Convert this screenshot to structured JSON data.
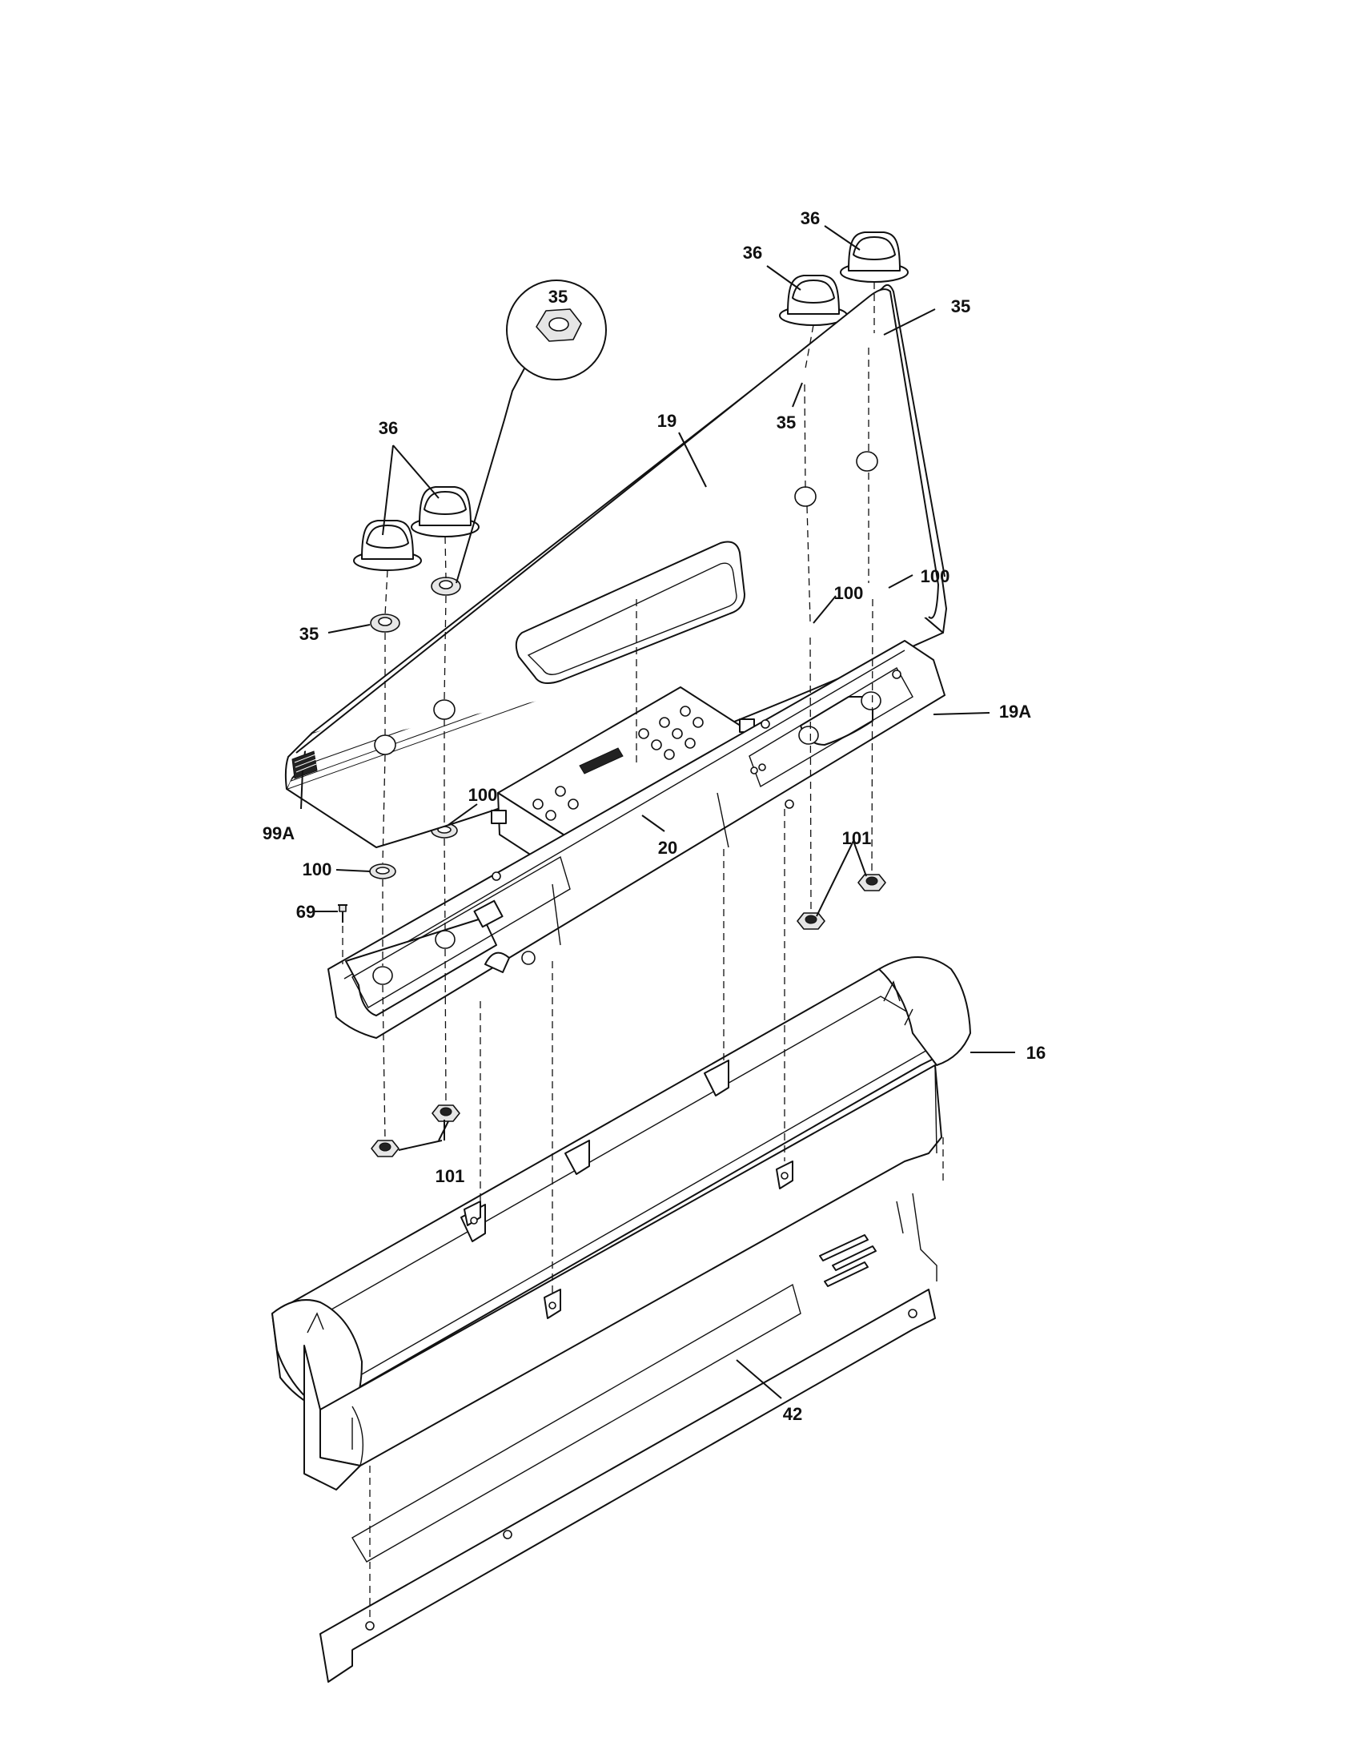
{
  "callouts": {
    "c36_top_right": "36",
    "c36_top_mid": "36",
    "c35_top_right": "35",
    "c35_mid_right": "35",
    "c35_zoom": "35",
    "c19": "19",
    "c36_left": "36",
    "c35_left": "35",
    "c100_right_a": "100",
    "c100_right_b": "100",
    "c19A": "19A",
    "c99A": "99A",
    "c100_mid": "100",
    "c20": "20",
    "c101_right": "101",
    "c100_left": "100",
    "c69": "69",
    "c16": "16",
    "c101_left": "101",
    "c42": "42"
  }
}
